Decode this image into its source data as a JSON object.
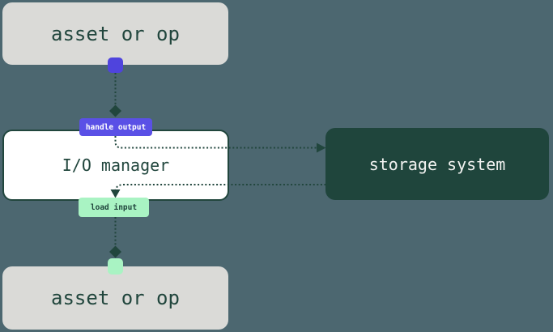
{
  "diagram": {
    "nodes": {
      "asset_top": {
        "label": "asset or op"
      },
      "io_manager": {
        "label": "I/O manager"
      },
      "storage_system": {
        "label": "storage system"
      },
      "asset_bottom": {
        "label": "asset or op"
      }
    },
    "edge_labels": {
      "handle_output": "handle output",
      "load_input": "load input"
    },
    "icons": {
      "output_handle": "output-handle-square",
      "input_handle": "input-handle-square",
      "diamond_marker_top": "diamond-marker",
      "diamond_marker_bottom": "diamond-marker",
      "arrow_into_storage": "arrowhead-right",
      "arrow_into_load_input": "arrowhead-down"
    }
  },
  "colors": {
    "background": "#4c6770",
    "surface": "#dadad7",
    "white": "#ffffff",
    "ink": "#21463d",
    "storage": "#1f453c",
    "storage_text": "#f2f3f1",
    "purple": "#5a50e6",
    "purple_handle": "#4f44dd",
    "mint": "#a9f3c3"
  }
}
